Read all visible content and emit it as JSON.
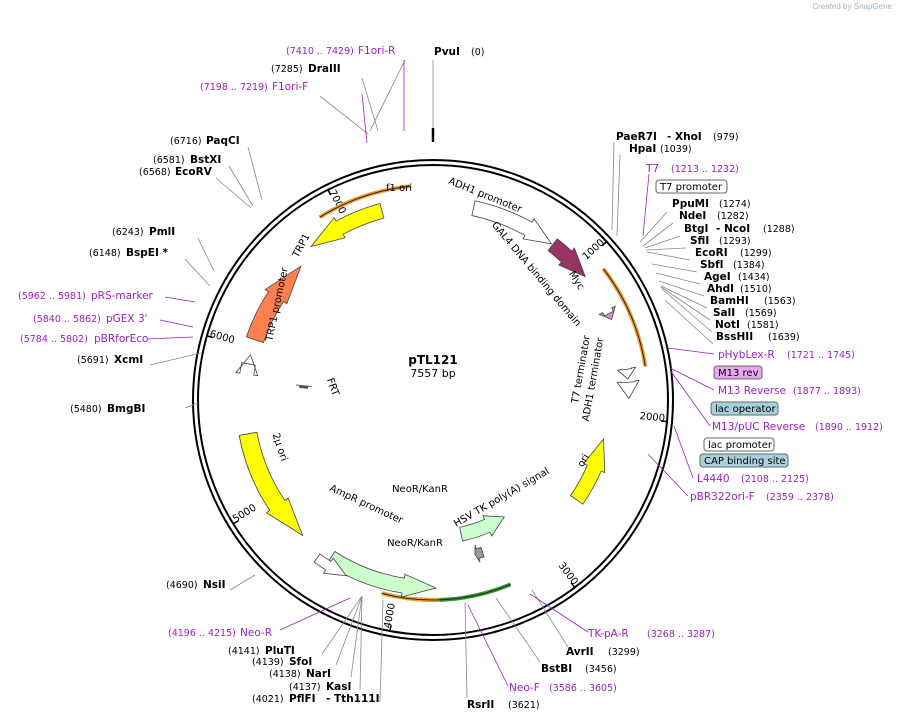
{
  "credit": {
    "prefix": "Created by",
    "brand": "SnapGene"
  },
  "plasmid": {
    "name": "pTL121",
    "length": "7557 bp",
    "bp": 7557
  },
  "ticks": [
    {
      "label": "1000",
      "pos": 1000
    },
    {
      "label": "2000",
      "pos": 2000
    },
    {
      "label": "3000",
      "pos": 3000
    },
    {
      "label": "4000",
      "pos": 4000
    },
    {
      "label": "5000",
      "pos": 5000
    },
    {
      "label": "6000",
      "pos": 6000
    },
    {
      "label": "7000",
      "pos": 7000
    }
  ],
  "sites": [
    {
      "name": "PvuI",
      "pos": "(0)",
      "bp": 0
    },
    {
      "name": "DraIII",
      "pos": "(7285)",
      "bp": 7285
    },
    {
      "name": "PaqCI",
      "pos": "(6716)",
      "bp": 6716
    },
    {
      "name": "BstXI",
      "pos": "(6581)",
      "bp": 6581
    },
    {
      "name": "EcoRV",
      "pos": "(6568)",
      "bp": 6568
    },
    {
      "name": "PmlI",
      "pos": "(6243)",
      "bp": 6243
    },
    {
      "name": "BspEI *",
      "pos": "(6148)",
      "bp": 6148
    },
    {
      "name": "XcmI",
      "pos": "(5691)",
      "bp": 5691
    },
    {
      "name": "BmgBI",
      "pos": "(5480)",
      "bp": 5480
    },
    {
      "name": "NsiI",
      "pos": "(4690)",
      "bp": 4690
    },
    {
      "name": "PluTI",
      "pos": "(4141)",
      "bp": 4141
    },
    {
      "name": "SfoI",
      "pos": "(4139)",
      "bp": 4139
    },
    {
      "name": "NarI",
      "pos": "(4138)",
      "bp": 4138
    },
    {
      "name": "KasI",
      "pos": "(4137)",
      "bp": 4137
    },
    {
      "name": "PflFI",
      "name2": "- Tth111I",
      "pos": "(4021)",
      "bp": 4021
    },
    {
      "name": "RsrII",
      "pos": "(3621)",
      "bp": 3621
    },
    {
      "name": "BstBI",
      "pos": "(3456)",
      "bp": 3456
    },
    {
      "name": "AvrII",
      "pos": "(3299)",
      "bp": 3299
    },
    {
      "name": "PaeR7I",
      "name2": "- XhoI",
      "pos": "(979)",
      "bp": 979
    },
    {
      "name": "HpaI",
      "pos": "(1039)",
      "bp": 1039
    },
    {
      "name": "PpuMI",
      "pos": "(1274)",
      "bp": 1274
    },
    {
      "name": "NdeI",
      "pos": "(1282)",
      "bp": 1282
    },
    {
      "name": "BtgI",
      "name2": "- NcoI",
      "pos": "(1288)",
      "bp": 1288
    },
    {
      "name": "SfiI",
      "pos": "(1293)",
      "bp": 1293
    },
    {
      "name": "EcoRI",
      "pos": "(1299)",
      "bp": 1299
    },
    {
      "name": "SbfI",
      "pos": "(1384)",
      "bp": 1384
    },
    {
      "name": "AgeI",
      "pos": "(1434)",
      "bp": 1434
    },
    {
      "name": "AhdI",
      "pos": "(1510)",
      "bp": 1510
    },
    {
      "name": "BamHI",
      "pos": "(1563)",
      "bp": 1563
    },
    {
      "name": "SalI",
      "pos": "(1569)",
      "bp": 1569
    },
    {
      "name": "NotI",
      "pos": "(1581)",
      "bp": 1581
    },
    {
      "name": "BssHII",
      "pos": "(1639)",
      "bp": 1639
    }
  ],
  "primers": [
    {
      "name": "F1ori-R",
      "pos": "(7410 .. 7429)"
    },
    {
      "name": "F1ori-F",
      "pos": "(7198 .. 7219)"
    },
    {
      "name": "pRS-marker",
      "pos": "(5962 .. 5981)"
    },
    {
      "name": "pGEX 3'",
      "pos": "(5840 .. 5862)"
    },
    {
      "name": "pBRforEco",
      "pos": "(5784 .. 5802)"
    },
    {
      "name": "T7",
      "pos": "(1213 .. 1232)"
    },
    {
      "name": "pHybLex-R",
      "pos": "(1721 .. 1745)"
    },
    {
      "name": "M13 Reverse",
      "pos": "(1877 .. 1893)"
    },
    {
      "name": "M13/pUC Reverse",
      "pos": "(1890 .. 1912)"
    },
    {
      "name": "L4440",
      "pos": "(2108 .. 2125)"
    },
    {
      "name": "pBR322ori-F",
      "pos": "(2359 .. 2378)"
    },
    {
      "name": "TK-pA-R",
      "pos": "(3268 .. 3287)"
    },
    {
      "name": "Neo-F",
      "pos": "(3586 .. 3605)"
    },
    {
      "name": "Neo-R",
      "pos": "(4196 .. 4215)"
    }
  ],
  "boxed_labels": [
    {
      "name": "T7 promoter",
      "style": "plain"
    },
    {
      "name": "M13 rev",
      "style": "purple"
    },
    {
      "name": "lac operator",
      "style": "teal"
    },
    {
      "name": "lac promoter",
      "style": "plain"
    },
    {
      "name": "CAP binding site",
      "style": "teal"
    }
  ],
  "features": [
    {
      "name": "f1 ori",
      "color": "#ffff00"
    },
    {
      "name": "ADH1 promoter",
      "color": "#ffffff"
    },
    {
      "name": "GAL4 DNA binding domain",
      "color": "#993366"
    },
    {
      "name": "Myc",
      "color": "#cc99cc"
    },
    {
      "name": "T7 terminator",
      "color": "#ffffff"
    },
    {
      "name": "ADH1 terminator",
      "color": "#ffffff"
    },
    {
      "name": "ori",
      "color": "#ffff00"
    },
    {
      "name": "HSV TK poly(A) signal",
      "color": "#999999"
    },
    {
      "name": "NeoR/KanR",
      "color": "#ccffcc"
    },
    {
      "name": "NeoR/KanR",
      "color": "#ccffcc"
    },
    {
      "name": "AmpR promoter",
      "color": "#ffffff"
    },
    {
      "name": "2μ ori",
      "color": "#ffff00"
    },
    {
      "name": "FRT",
      "color": "#336677"
    },
    {
      "name": "TRP1 promoter",
      "color": "#ffffff"
    },
    {
      "name": "TRP1",
      "color": "#ff7f50"
    }
  ],
  "colors": {
    "primer": "#9b1fc4",
    "orange_arc": "#f0a030",
    "green_arc": "#339933",
    "backbone": "#000000"
  }
}
